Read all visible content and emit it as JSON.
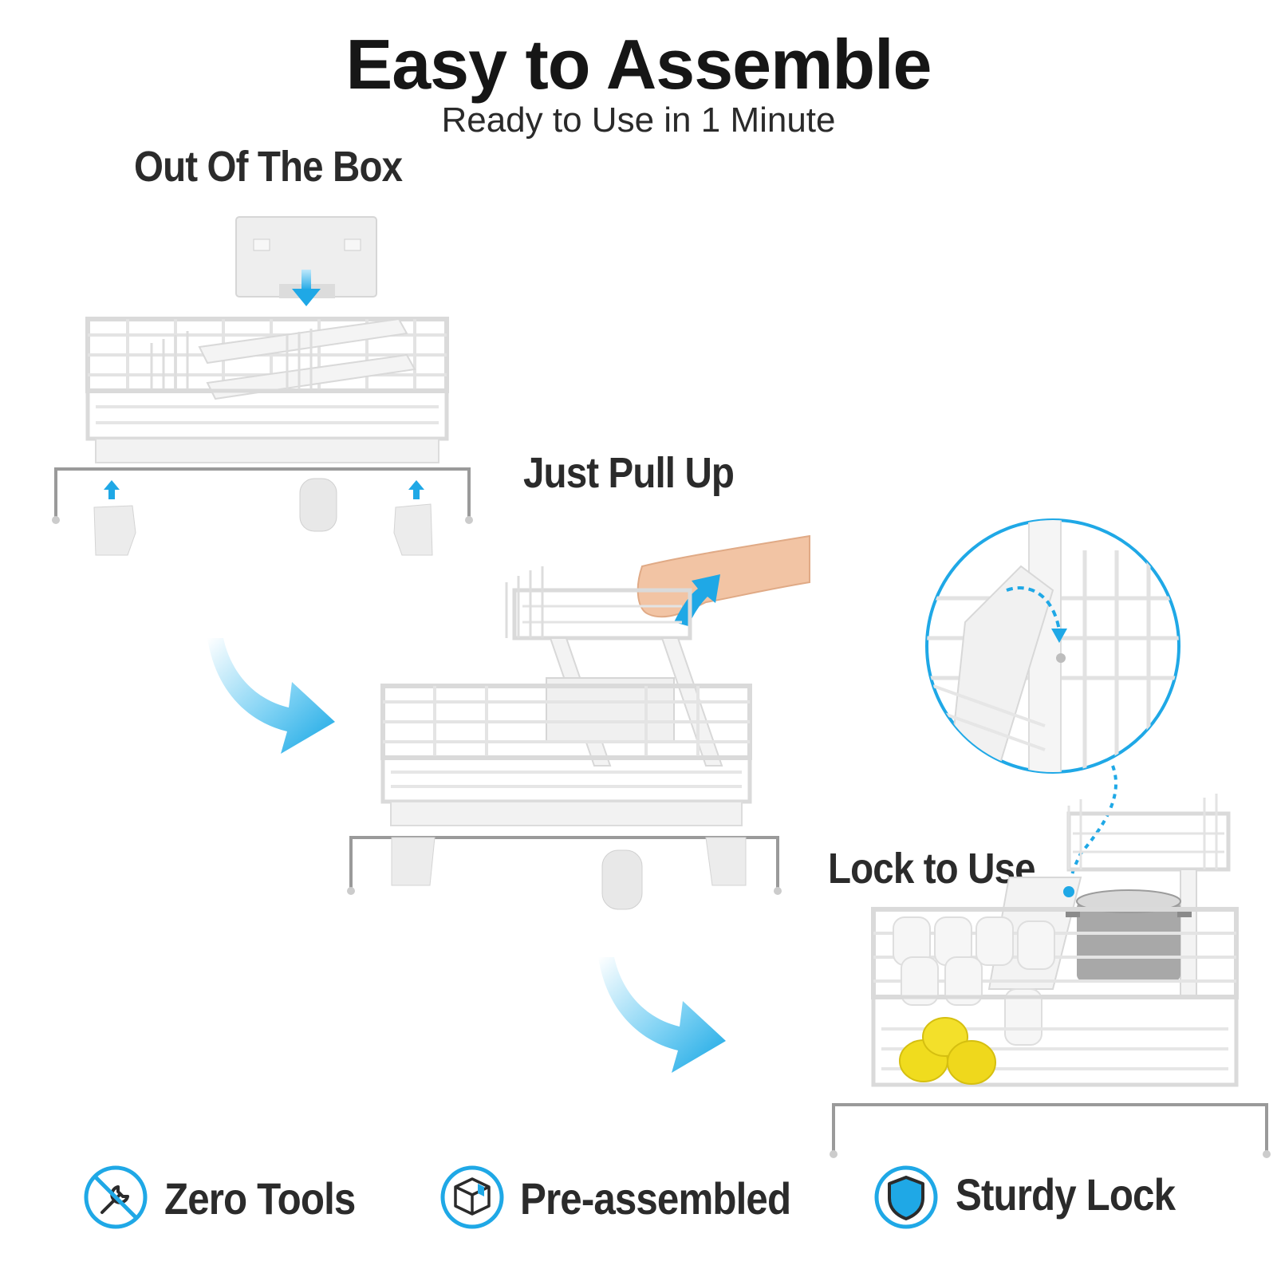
{
  "header": {
    "title": "Easy to Assemble",
    "subtitle": "Ready to Use in 1 Minute"
  },
  "steps": [
    {
      "label": "Out Of The Box"
    },
    {
      "label": "Just Pull Up"
    },
    {
      "label": "Lock to Use"
    }
  ],
  "features": [
    {
      "label": "Zero Tools",
      "icon": "no-tools-icon"
    },
    {
      "label": "Pre-assembled",
      "icon": "box-icon"
    },
    {
      "label": "Sturdy Lock",
      "icon": "shield-icon"
    }
  ],
  "colors": {
    "accent": "#1fa8e6",
    "text": "#2b2b2b",
    "rack": "#e6e6e6"
  }
}
